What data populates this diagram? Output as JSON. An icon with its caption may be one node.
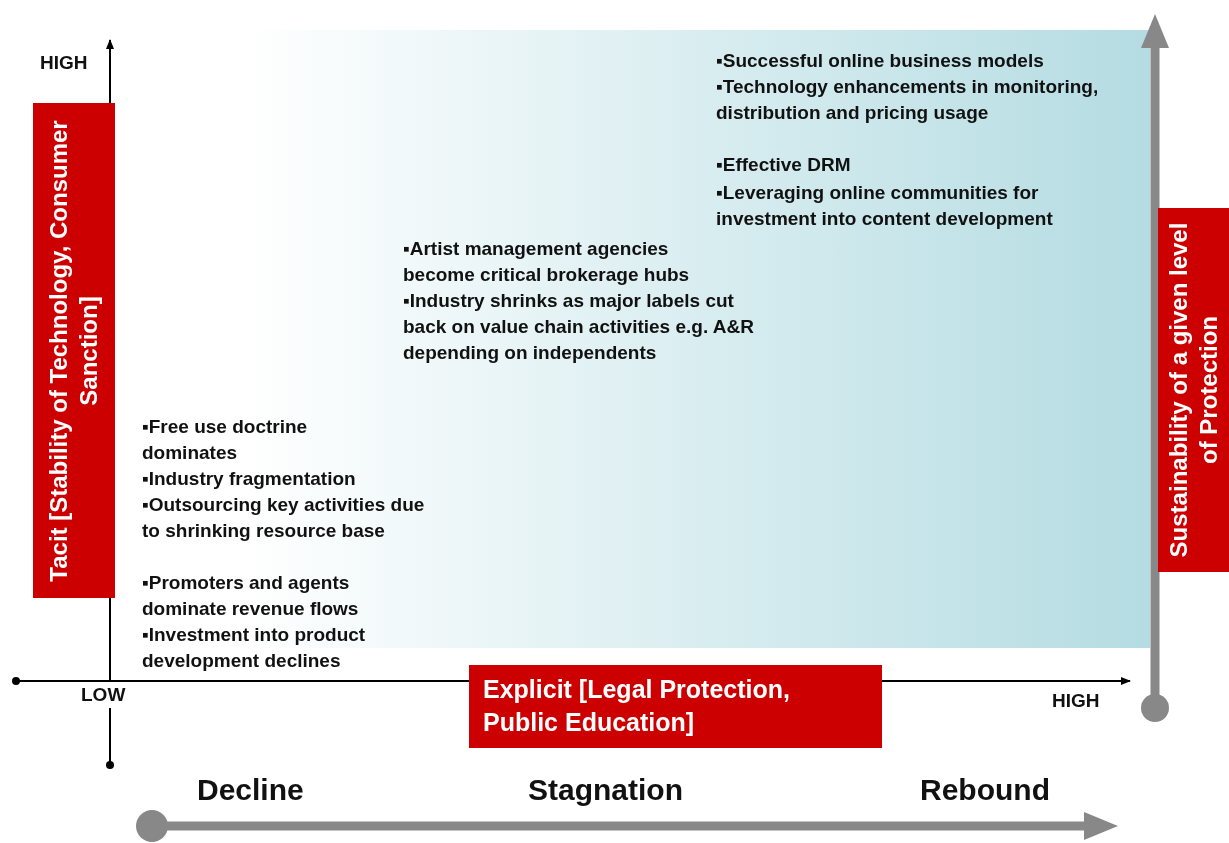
{
  "diagram": {
    "nodes": [
      {
        "text": [
          "Tacit",
          "[Stability of Technology, Consumer Sanction]"
        ]
      },
      {
        "text": [
          "Sustainability of a given level of Protection"
        ]
      },
      {
        "text": [
          "Explicit",
          "[Legal Protection, Public Education]"
        ]
      }
    ],
    "labels": [
      "HIGH",
      "▪Successful online business models",
      "▪Technology enhancements in monitoring, distribution and pricing usage",
      "▪Effective DRM",
      "▪Leveraging online communities for investment into content development",
      "▪Artist management agencies become critical brokerage hubs",
      "▪Industry shrinks as major labels cut back on value chain activities e.g. A&R depending on independents",
      "▪Free use doctrine dominates",
      "▪Industry fragmentation",
      "▪Outsourcing key activities due to shrinking resource base",
      "▪Promoters and agents dominate revenue flows",
      "▪Investment into product development declines",
      "LOW",
      "HIGH",
      "Decline",
      "Stagnation",
      "Rebound"
    ]
  }
}
